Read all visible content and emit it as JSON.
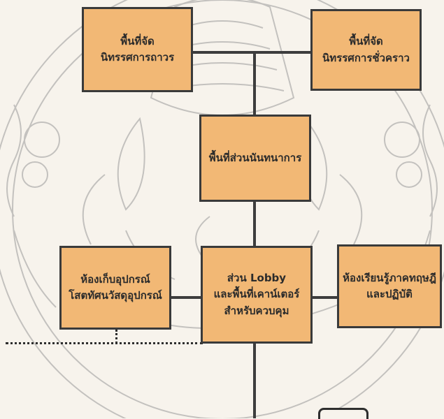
{
  "diagram": {
    "nodes": [
      {
        "id": "permanent",
        "lines": [
          "พื้นที่จัด",
          "นิทรรศการถาวร"
        ]
      },
      {
        "id": "temporary",
        "lines": [
          "พื้นที่จัด",
          "นิทรรศการชั่วคราว"
        ]
      },
      {
        "id": "recreation",
        "lines": [
          "พื้นที่ส่วนนันทนาการ"
        ]
      },
      {
        "id": "storage",
        "lines": [
          "ห้องเก็บอุปกรณ์",
          "โสตทัศนวัสดุอุปกรณ์"
        ]
      },
      {
        "id": "lobby",
        "lines": [
          "ส่วน Lobby",
          "และพื้นที่เคาน์เตอร์",
          "สำหรับควบคุม"
        ]
      },
      {
        "id": "classroom",
        "lines": [
          "ห้องเรียนรู้ภาคทฤษฎี",
          "และปฏิบัติ"
        ]
      }
    ]
  },
  "colors": {
    "box_fill": "#f2b875",
    "box_border": "#3a3a3a",
    "line": "#3d3d3d",
    "watermark": "#9a9a9a"
  }
}
